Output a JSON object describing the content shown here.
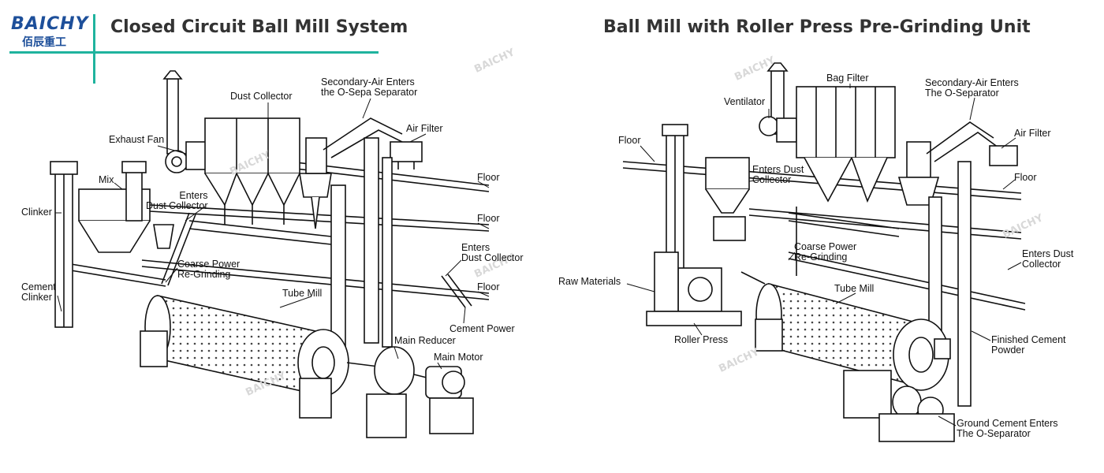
{
  "logo": {
    "main": "BAICHY",
    "sub": "佰辰重工"
  },
  "titles": {
    "left": "Closed Circuit Ball Mill System",
    "right": "Ball Mill with Roller Press Pre-Grinding Unit"
  },
  "left_labels": {
    "dust_collector": "Dust Collector",
    "secondary_air": "Secondary-Air Enters\nthe O-Sepa Separator",
    "exhaust_fan": "Exhaust Fan",
    "air_filter": "Air Filter",
    "mix": "Mix",
    "floor_1": "Floor",
    "enters_dust_collector_1": "Enters\nDust Collector",
    "clinker": "Clinker",
    "floor_2": "Floor",
    "enters_dust_collector_2": "Enters\nDust Collector",
    "coarse_power": "Coarse Power\nRe-Grinding",
    "floor_3": "Floor",
    "cement_clinker": "Cement\nClinker",
    "tube_mill": "Tube Mill",
    "cement_power": "Cement Power",
    "main_reducer": "Main Reducer",
    "main_motor": "Main Motor"
  },
  "right_labels": {
    "bag_filter": "Bag Filter",
    "secondary_air": "Secondary-Air Enters\nThe O-Separator",
    "ventilator": "Ventilator",
    "air_filter": "Air Filter",
    "floor_1": "Floor",
    "enters_dust_collector_1": "Enters Dust\nCollector",
    "floor_2": "Floor",
    "coarse_power": "Coarse Power\nRe-Grinding",
    "enters_dust_collector_2": "Enters Dust\nCollector",
    "raw_materials": "Raw Materials",
    "tube_mill": "Tube Mill",
    "roller_press": "Roller Press",
    "finished_cement": "Finished Cement\nPowder",
    "ground_cement": "Ground Cement Enters\nThe O-Separator"
  },
  "colors": {
    "accent": "#1fb39e",
    "brand": "#1d4f9a"
  }
}
